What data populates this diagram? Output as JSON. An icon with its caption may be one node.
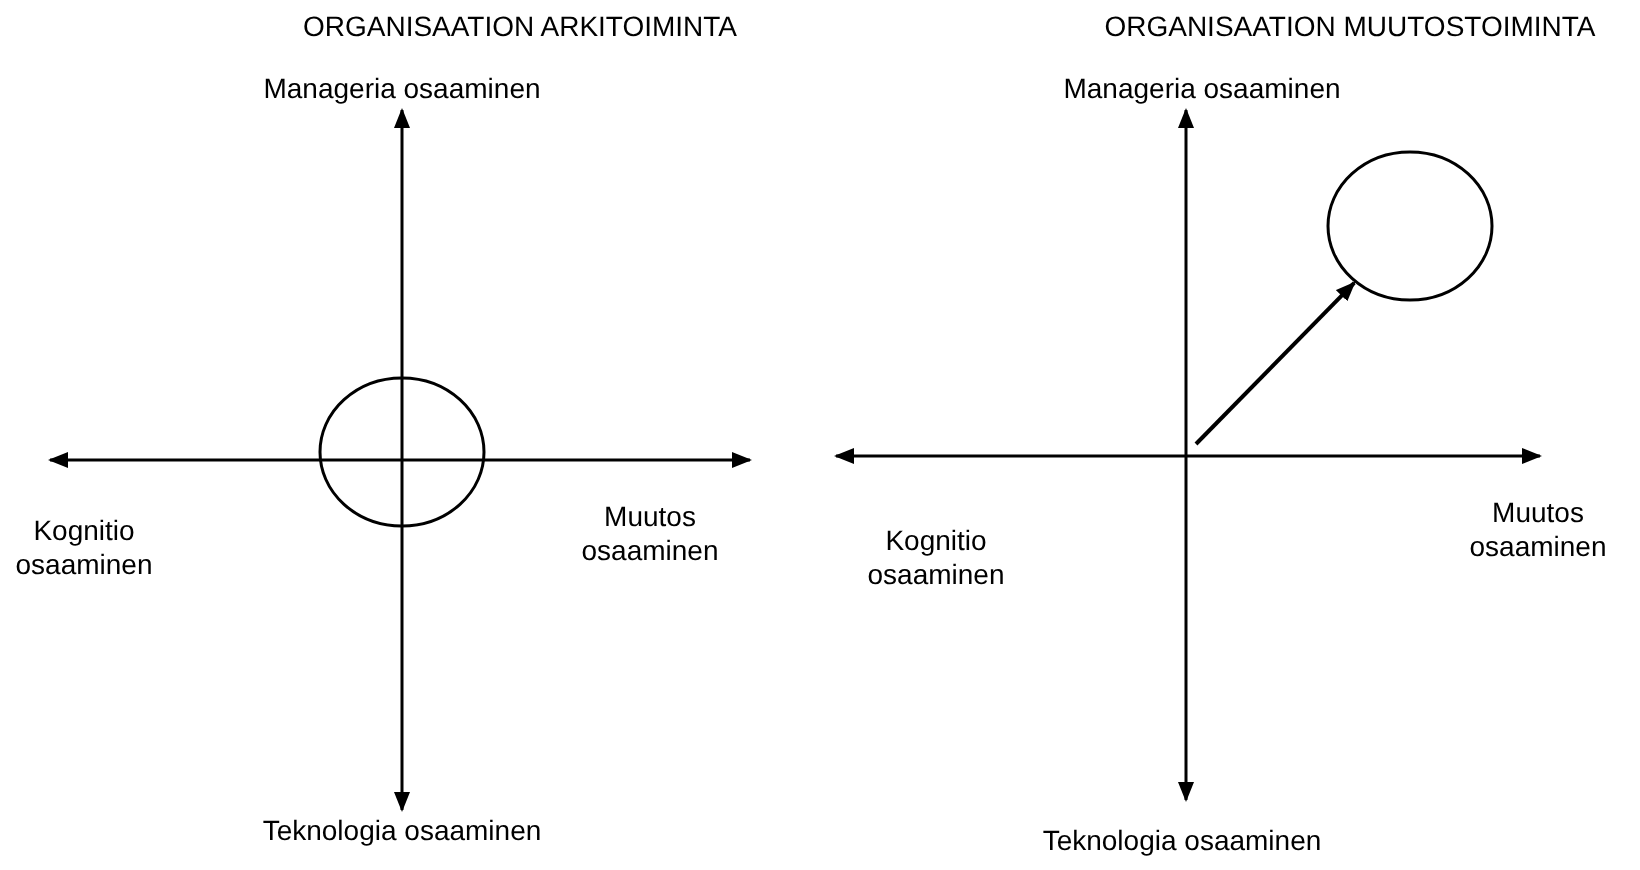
{
  "diagram": {
    "nodes": [
      {
        "text": [],
        "shape": "circle"
      },
      {
        "text": [],
        "shape": "circle"
      }
    ],
    "edges": [
      {
        "from": null,
        "to": 1,
        "arrow": "to"
      }
    ],
    "labels": [
      "ORGANISAATION ARKITOIMINTA",
      "ORGANISAATION MUUTOSTOIMINTA",
      "Manageria osaaminen",
      "Manageria osaaminen",
      "Kognitio osaaminen",
      "Muutos osaaminen",
      "Muutos osaaminen",
      "Kognitio osaaminen",
      "Teknologia osaaminen",
      "Teknologia osaaminen"
    ]
  }
}
